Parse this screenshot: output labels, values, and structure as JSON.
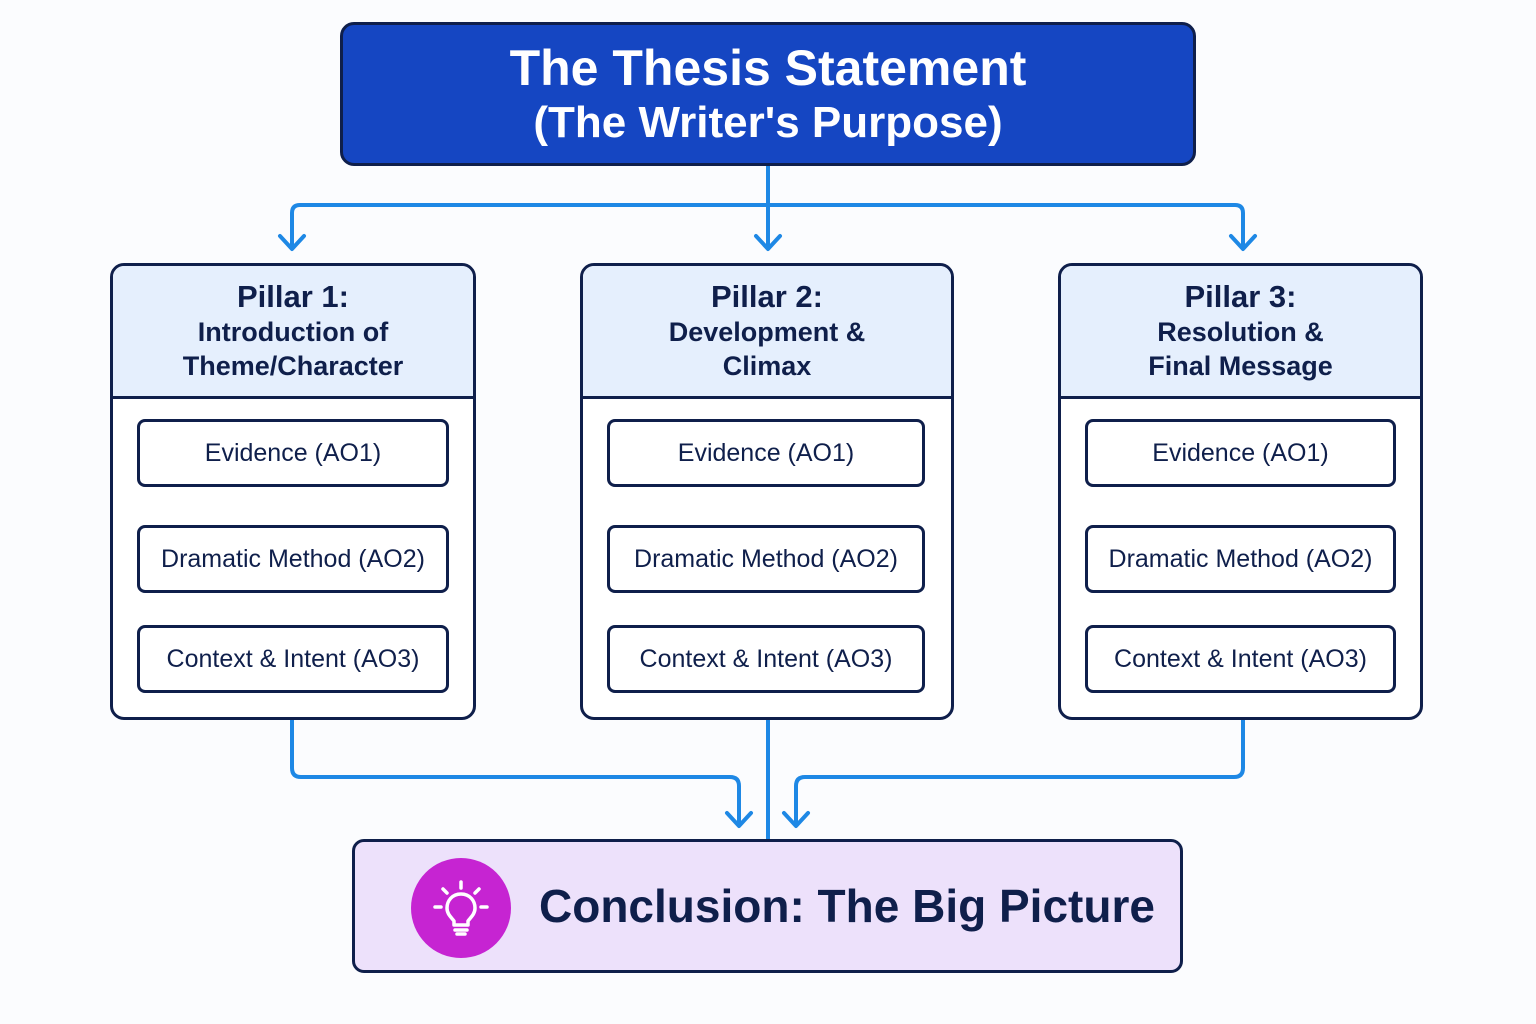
{
  "thesis": {
    "title": "The Thesis Statement",
    "subtitle": "(The Writer's Purpose)"
  },
  "pillars": [
    {
      "title": "Pillar 1:",
      "subtitle": "Introduction of\nTheme/Character",
      "steps": [
        "Evidence (AO1)",
        "Dramatic Method (AO2)",
        "Context & Intent (AO3)"
      ]
    },
    {
      "title": "Pillar 2:",
      "subtitle": "Development &\nClimax",
      "steps": [
        "Evidence (AO1)",
        "Dramatic Method (AO2)",
        "Context & Intent (AO3)"
      ]
    },
    {
      "title": "Pillar 3:",
      "subtitle": "Resolution &\nFinal Message",
      "steps": [
        "Evidence (AO1)",
        "Dramatic Method (AO2)",
        "Context & Intent (AO3)"
      ]
    }
  ],
  "conclusion": {
    "label": "Conclusion: The Big Picture",
    "icon": "lightbulb-icon"
  },
  "colors": {
    "thesis_fill": "#1546c2",
    "outline": "#0f1f4b",
    "pillar_header_fill": "#e5effd",
    "connector": "#1e88e5",
    "conclusion_fill": "#ede1fb",
    "icon_circle": "#c624d2"
  }
}
